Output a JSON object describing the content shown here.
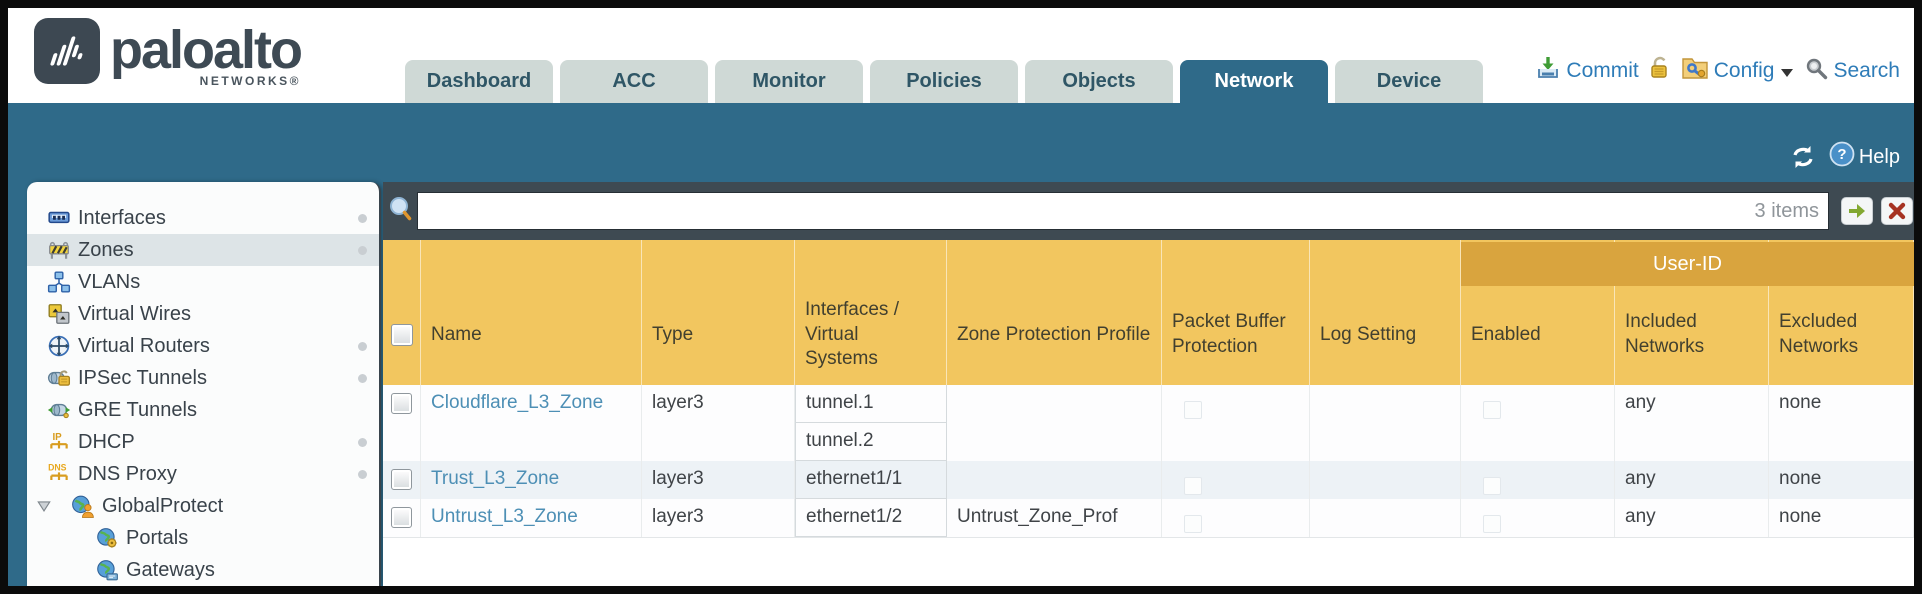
{
  "brand": {
    "name": "paloalto",
    "sub": "NETWORKS®"
  },
  "nav_tabs": [
    {
      "label": "Dashboard",
      "active": false
    },
    {
      "label": "ACC",
      "active": false
    },
    {
      "label": "Monitor",
      "active": false
    },
    {
      "label": "Policies",
      "active": false
    },
    {
      "label": "Objects",
      "active": false
    },
    {
      "label": "Network",
      "active": true
    },
    {
      "label": "Device",
      "active": false
    }
  ],
  "top_actions": {
    "commit": "Commit",
    "config": "Config",
    "search": "Search"
  },
  "utility": {
    "help": "Help"
  },
  "filter_bar": {
    "value": "",
    "count": "3 items"
  },
  "sidebar": {
    "items": [
      {
        "label": "Interfaces",
        "icon": "interfaces-icon",
        "dot": true,
        "selected": false,
        "child": false,
        "expander": false
      },
      {
        "label": "Zones",
        "icon": "zones-icon",
        "dot": true,
        "selected": true,
        "child": false,
        "expander": false
      },
      {
        "label": "VLANs",
        "icon": "vlans-icon",
        "dot": false,
        "selected": false,
        "child": false,
        "expander": false
      },
      {
        "label": "Virtual Wires",
        "icon": "virtual-wires-icon",
        "dot": false,
        "selected": false,
        "child": false,
        "expander": false
      },
      {
        "label": "Virtual Routers",
        "icon": "virtual-routers-icon",
        "dot": true,
        "selected": false,
        "child": false,
        "expander": false
      },
      {
        "label": "IPSec Tunnels",
        "icon": "ipsec-tunnels-icon",
        "dot": true,
        "selected": false,
        "child": false,
        "expander": false
      },
      {
        "label": "GRE Tunnels",
        "icon": "gre-tunnels-icon",
        "dot": false,
        "selected": false,
        "child": false,
        "expander": false
      },
      {
        "label": "DHCP",
        "icon": "dhcp-icon",
        "dot": true,
        "selected": false,
        "child": false,
        "expander": false
      },
      {
        "label": "DNS Proxy",
        "icon": "dns-proxy-icon",
        "dot": true,
        "selected": false,
        "child": false,
        "expander": false
      },
      {
        "label": "GlobalProtect",
        "icon": "globalprotect-icon",
        "dot": false,
        "selected": false,
        "child": false,
        "expander": true
      },
      {
        "label": "Portals",
        "icon": "portals-icon",
        "dot": false,
        "selected": false,
        "child": true,
        "expander": false
      },
      {
        "label": "Gateways",
        "icon": "gateways-icon",
        "dot": false,
        "selected": false,
        "child": true,
        "expander": false
      }
    ]
  },
  "table": {
    "group_header": "User-ID",
    "columns": [
      "",
      "Name",
      "Type",
      "Interfaces / Virtual Systems",
      "Zone Protection Profile",
      "Packet Buffer Protection",
      "Log Setting",
      "Enabled",
      "Included Networks",
      "Excluded Networks"
    ],
    "rows": [
      {
        "name": "Cloudflare_L3_Zone",
        "type": "layer3",
        "interfaces": [
          "tunnel.1",
          "tunnel.2"
        ],
        "zone_protection_profile": "",
        "log_setting": "",
        "included_networks": "any",
        "excluded_networks": "none"
      },
      {
        "name": "Trust_L3_Zone",
        "type": "layer3",
        "interfaces": [
          "ethernet1/1"
        ],
        "zone_protection_profile": "",
        "log_setting": "",
        "included_networks": "any",
        "excluded_networks": "none"
      },
      {
        "name": "Untrust_L3_Zone",
        "type": "layer3",
        "interfaces": [
          "ethernet1/2"
        ],
        "zone_protection_profile": "Untrust_Zone_Prof",
        "log_setting": "",
        "included_networks": "any",
        "excluded_networks": "none"
      }
    ]
  },
  "colors": {
    "accent_teal": "#2f6a89",
    "header_orange": "#f2c65f",
    "group_band_orange": "#d9a43e",
    "link_blue": "#2e7cb8",
    "zone_link_blue": "#4d8fb5",
    "filter_row_slate": "#3e4a52"
  }
}
